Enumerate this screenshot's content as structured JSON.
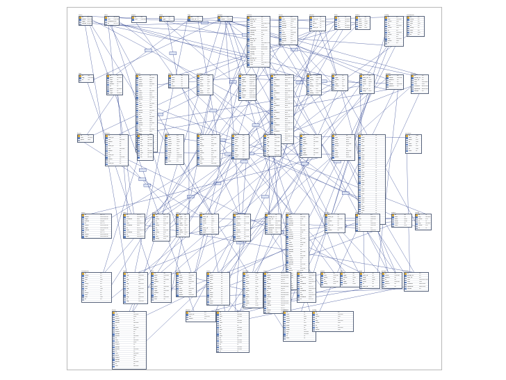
{
  "diagram": {
    "background": "#ffffff",
    "table_border": "#56627a",
    "link_color": "#2a3f8f",
    "label_fill": "#dfe6f4"
  },
  "tables": [
    {
      "name": "users",
      "rows": [
        [
          "id",
          "int(11)"
        ],
        [
          "name",
          "varchar(64)"
        ],
        [
          "login",
          "varchar(64)"
        ],
        [
          "status",
          "tinyint"
        ]
      ]
    },
    {
      "name": "roles",
      "rows": [
        [
          "id",
          "int(11)"
        ],
        [
          "role",
          "varchar(32)"
        ],
        [
          "enabled",
          "bool"
        ]
      ]
    },
    {
      "name": "pages",
      "rows": [
        [
          "id",
          "int"
        ],
        [
          "title",
          "varchar"
        ],
        [
          "body",
          "text"
        ]
      ]
    },
    {
      "name": "stats",
      "rows": [
        [
          "id",
          "int"
        ],
        [
          "type",
          "int"
        ],
        [
          "value",
          "float"
        ]
      ]
    },
    {
      "name": "logs",
      "rows": [
        [
          "id",
          "int"
        ],
        [
          "user_id",
          "int"
        ],
        [
          "msg",
          "text"
        ],
        [
          "date",
          "date"
        ],
        [
          "level",
          "int"
        ]
      ]
    },
    {
      "name": "groups",
      "rows": [
        [
          "id",
          "int"
        ],
        [
          "name",
          "varchar"
        ],
        [
          "parent",
          "int"
        ]
      ]
    },
    {
      "name": "entries",
      "rows": [
        [
          "id",
          "int"
        ],
        [
          "group_id",
          "int"
        ],
        [
          "user_id",
          "int"
        ],
        [
          "title",
          "varchar(255)"
        ],
        [
          "text",
          "text"
        ],
        [
          "created",
          "datetime"
        ],
        [
          "updated",
          "datetime"
        ],
        [
          "status",
          "int"
        ],
        [
          "rating",
          "float"
        ]
      ]
    },
    {
      "name": "items",
      "rows": [
        [
          "id",
          "int"
        ],
        [
          "title",
          "varchar"
        ],
        [
          "price",
          "float"
        ],
        [
          "count",
          "int"
        ],
        [
          "group",
          "int"
        ],
        [
          "photo",
          "varchar"
        ]
      ]
    },
    {
      "name": "photos",
      "rows": [
        [
          "id",
          "int"
        ],
        [
          "item_id",
          "int"
        ],
        [
          "file",
          "varchar"
        ],
        [
          "width",
          "int"
        ]
      ]
    },
    {
      "name": "links",
      "rows": [
        [
          "id",
          "int"
        ],
        [
          "url",
          "varchar"
        ],
        [
          "title",
          "varchar"
        ]
      ]
    },
    {
      "name": "orders",
      "rows": [
        [
          "id",
          "int"
        ],
        [
          "user",
          "int"
        ],
        [
          "date",
          "date"
        ],
        [
          "total",
          "float"
        ],
        [
          "state",
          "int"
        ],
        [
          "note",
          "text"
        ],
        [
          "paid",
          "bool"
        ],
        [
          "ship",
          "int"
        ],
        [
          "addr",
          "text"
        ],
        [
          "city",
          "varchar"
        ],
        [
          "zip",
          "varchar"
        ]
      ]
    },
    {
      "name": "config",
      "rows": [
        [
          "id",
          "int"
        ],
        [
          "key",
          "varchar"
        ],
        [
          "value",
          "text"
        ]
      ]
    },
    {
      "name": "comments",
      "rows": [
        [
          "id",
          "int"
        ],
        [
          "entry",
          "int"
        ],
        [
          "user",
          "int"
        ],
        [
          "text",
          "text"
        ]
      ]
    },
    {
      "name": "tags",
      "rows": [
        [
          "id",
          "int"
        ],
        [
          "tag",
          "varchar"
        ]
      ]
    },
    {
      "name": "files",
      "rows": [
        [
          "id",
          "int"
        ],
        [
          "path",
          "varchar"
        ],
        [
          "size",
          "int"
        ],
        [
          "type",
          "varchar"
        ],
        [
          "owner",
          "int"
        ]
      ]
    },
    {
      "name": "events",
      "rows": [
        [
          "id",
          "int"
        ],
        [
          "title",
          "varchar"
        ],
        [
          "start",
          "date"
        ],
        [
          "end",
          "date"
        ],
        [
          "place",
          "varchar"
        ],
        [
          "descr",
          "text"
        ]
      ]
    },
    {
      "name": "votes",
      "rows": [
        [
          "id",
          "int"
        ],
        [
          "item",
          "int"
        ],
        [
          "user",
          "int"
        ],
        [
          "vote",
          "int"
        ]
      ]
    },
    {
      "name": "sessions",
      "rows": [
        [
          "id",
          "char"
        ],
        [
          "user",
          "int"
        ],
        [
          "data",
          "text"
        ]
      ]
    }
  ]
}
